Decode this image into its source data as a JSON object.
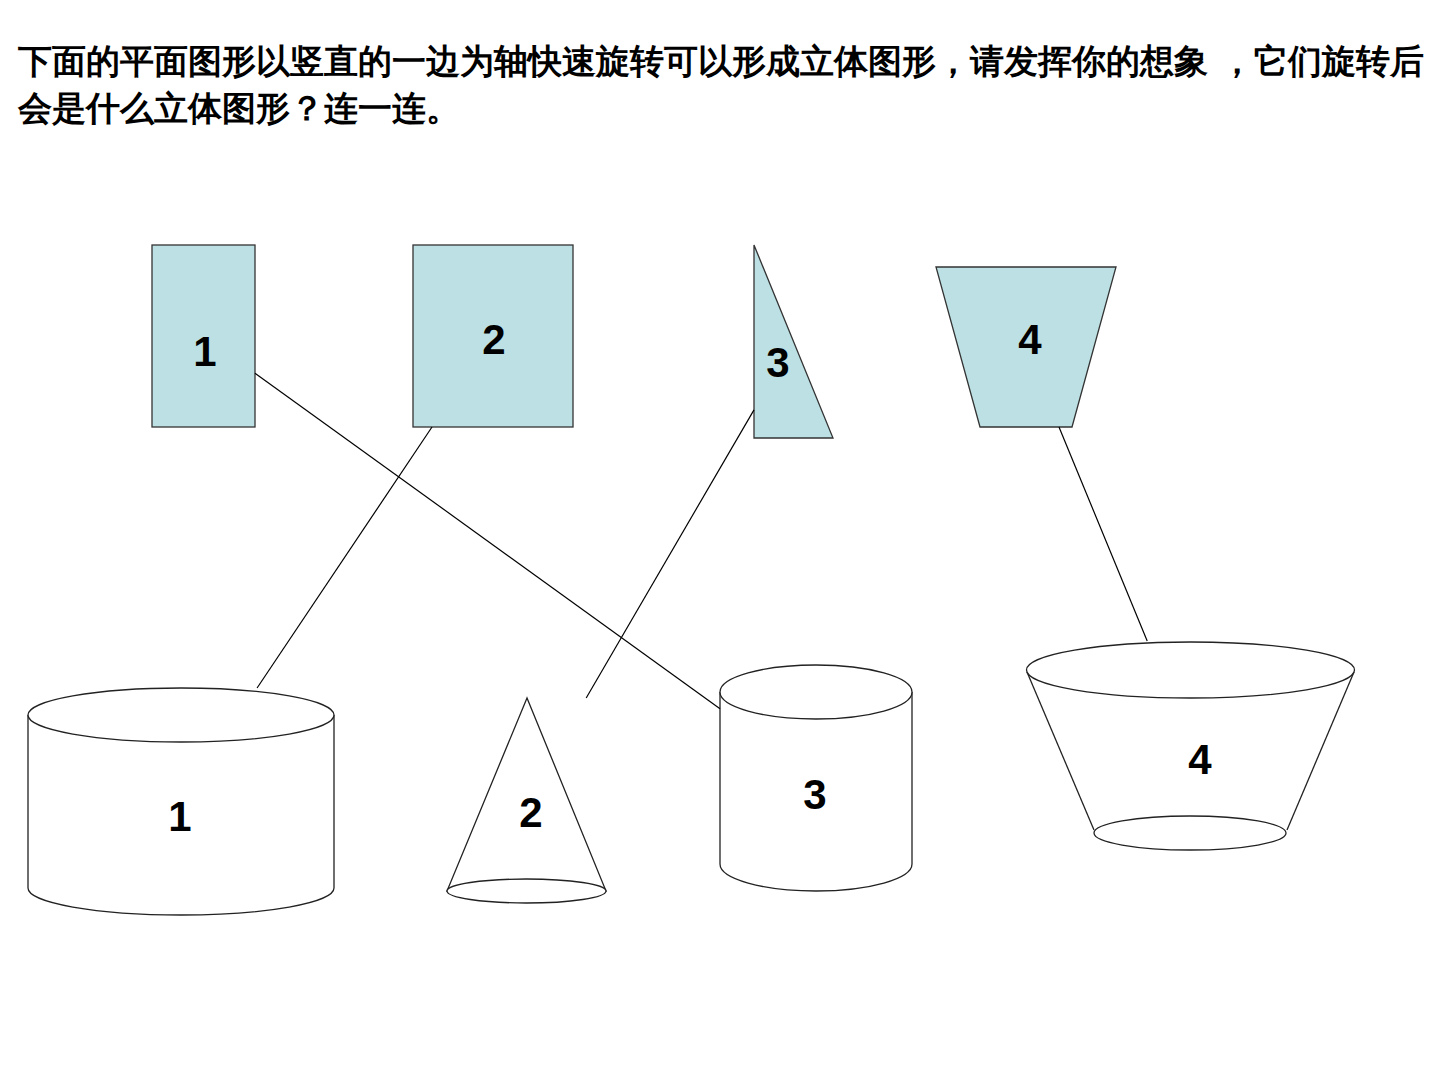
{
  "diagram": {
    "title": "下面的平面图形以竖直的一边为轴快速旋转可以形成立体图形，请发挥你的想象 ，它们旋转后会是什么立体图形？连一连。",
    "nodes": [
      {
        "text": [
          "1"
        ]
      },
      {
        "text": [
          "2"
        ]
      },
      {
        "text": [
          "3"
        ]
      },
      {
        "text": [
          "4"
        ]
      },
      {
        "text": [
          "1"
        ]
      },
      {
        "text": [
          "2"
        ]
      },
      {
        "text": [
          "3"
        ]
      },
      {
        "text": [
          "4"
        ]
      }
    ],
    "edges": [
      {
        "from": 0,
        "to": 6,
        "arrow": "none"
      },
      {
        "from": 1,
        "to": 4,
        "arrow": "none"
      },
      {
        "from": 2,
        "to": 5,
        "arrow": "none"
      },
      {
        "from": 3,
        "to": 7,
        "arrow": "none"
      }
    ]
  }
}
